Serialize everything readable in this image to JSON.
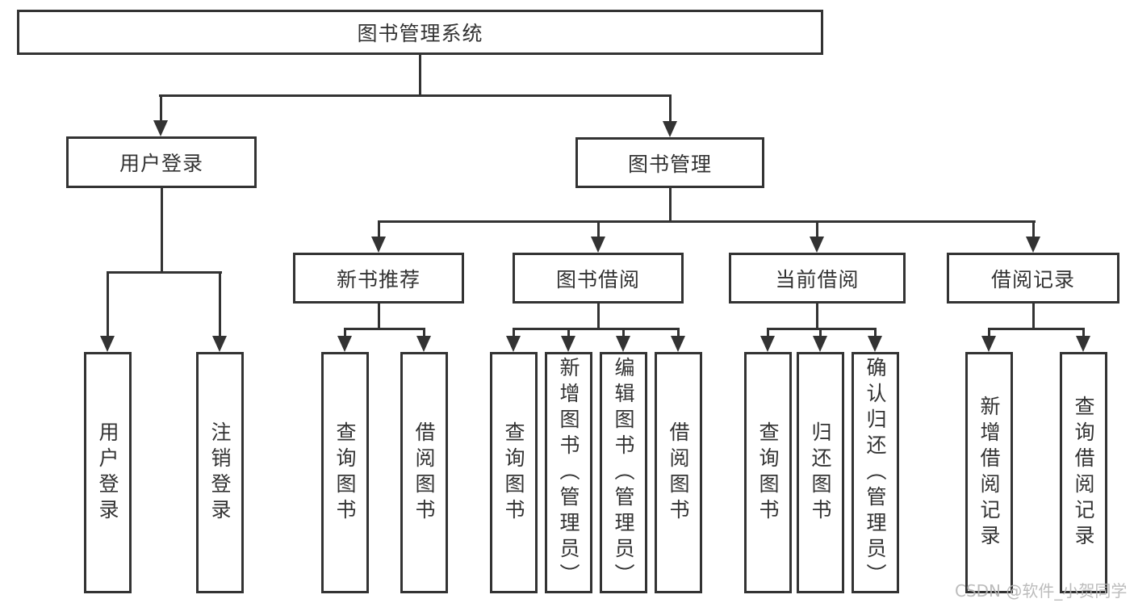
{
  "diagram": {
    "type": "hierarchy-tree",
    "colors": {
      "line": "#333333",
      "text": "#333333",
      "box_background": "#ffffff",
      "watermark": "#b5b5b5"
    },
    "nodes": {
      "root": "图书管理系统",
      "user_login": "用户登录",
      "book_mgmt": "图书管理",
      "new_book_rec": "新书推荐",
      "book_borrow": "图书借阅",
      "current_borrow": "当前借阅",
      "borrow_record": "借阅记录",
      "ul_login": "用户登录",
      "ul_logout": "注销登录",
      "nbr_query": "查询图书",
      "nbr_borrow": "借阅图书",
      "bb_query": "查询图书",
      "bb_add": "新增图书（管理员）",
      "bb_edit": "编辑图书（管理员）",
      "bb_borrow": "借阅图书",
      "cb_query": "查询图书",
      "cb_return": "归还图书",
      "cb_confirm": "确认归还（管理员）",
      "br_add": "新增借阅记录",
      "br_query": "查询借阅记录"
    },
    "structure": {
      "图书管理系统": {
        "用户登录": [
          "用户登录",
          "注销登录"
        ],
        "图书管理": {
          "新书推荐": [
            "查询图书",
            "借阅图书"
          ],
          "图书借阅": [
            "查询图书",
            "新增图书（管理员）",
            "编辑图书（管理员）",
            "借阅图书"
          ],
          "当前借阅": [
            "查询图书",
            "归还图书",
            "确认归还（管理员）"
          ],
          "借阅记录": [
            "新增借阅记录",
            "查询借阅记录"
          ]
        }
      }
    }
  },
  "watermark": "CSDN @软件_小贺同学"
}
